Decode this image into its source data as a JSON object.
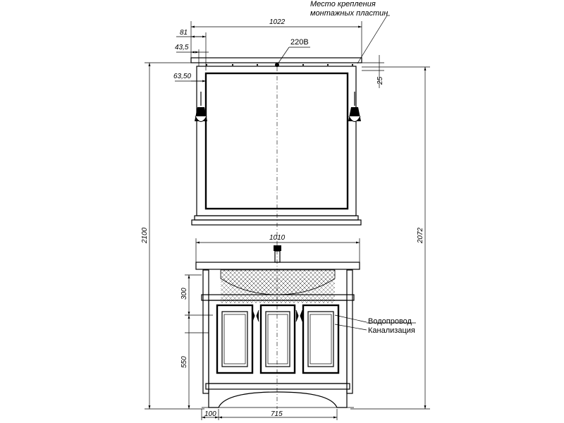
{
  "notes": {
    "mount_line1": "Место крепления",
    "mount_line2": "монтажных пластин",
    "power": "220В",
    "water": "Водопровод",
    "sewer": "Канализация"
  },
  "dimensions": {
    "mirror_width": "1022",
    "offset_81": "81",
    "offset_43_5": "43,5",
    "offset_63_50": "63,50",
    "offset_25": "25",
    "total_height_left": "2100",
    "total_height_right": "2072",
    "cabinet_width": "1010",
    "sink_height": "300",
    "cabinet_height": "550",
    "bottom_100": "100",
    "bottom_715": "715"
  }
}
